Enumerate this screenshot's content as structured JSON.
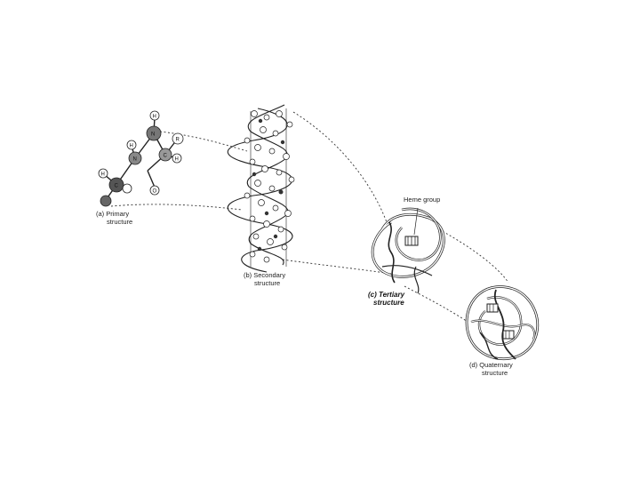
{
  "labels": {
    "primary": [
      "(a) Primary",
      "structure"
    ],
    "secondary": [
      "(b) Secondary",
      "structure"
    ],
    "tertiary": [
      "(c) Tertiary",
      "structure"
    ],
    "quaternary": [
      "(d) Quaternary",
      "structure"
    ],
    "heme": "Heme group"
  },
  "atoms": [
    "H",
    "N",
    "C",
    "R",
    "H",
    "H",
    "N",
    "C",
    "H",
    "O"
  ]
}
